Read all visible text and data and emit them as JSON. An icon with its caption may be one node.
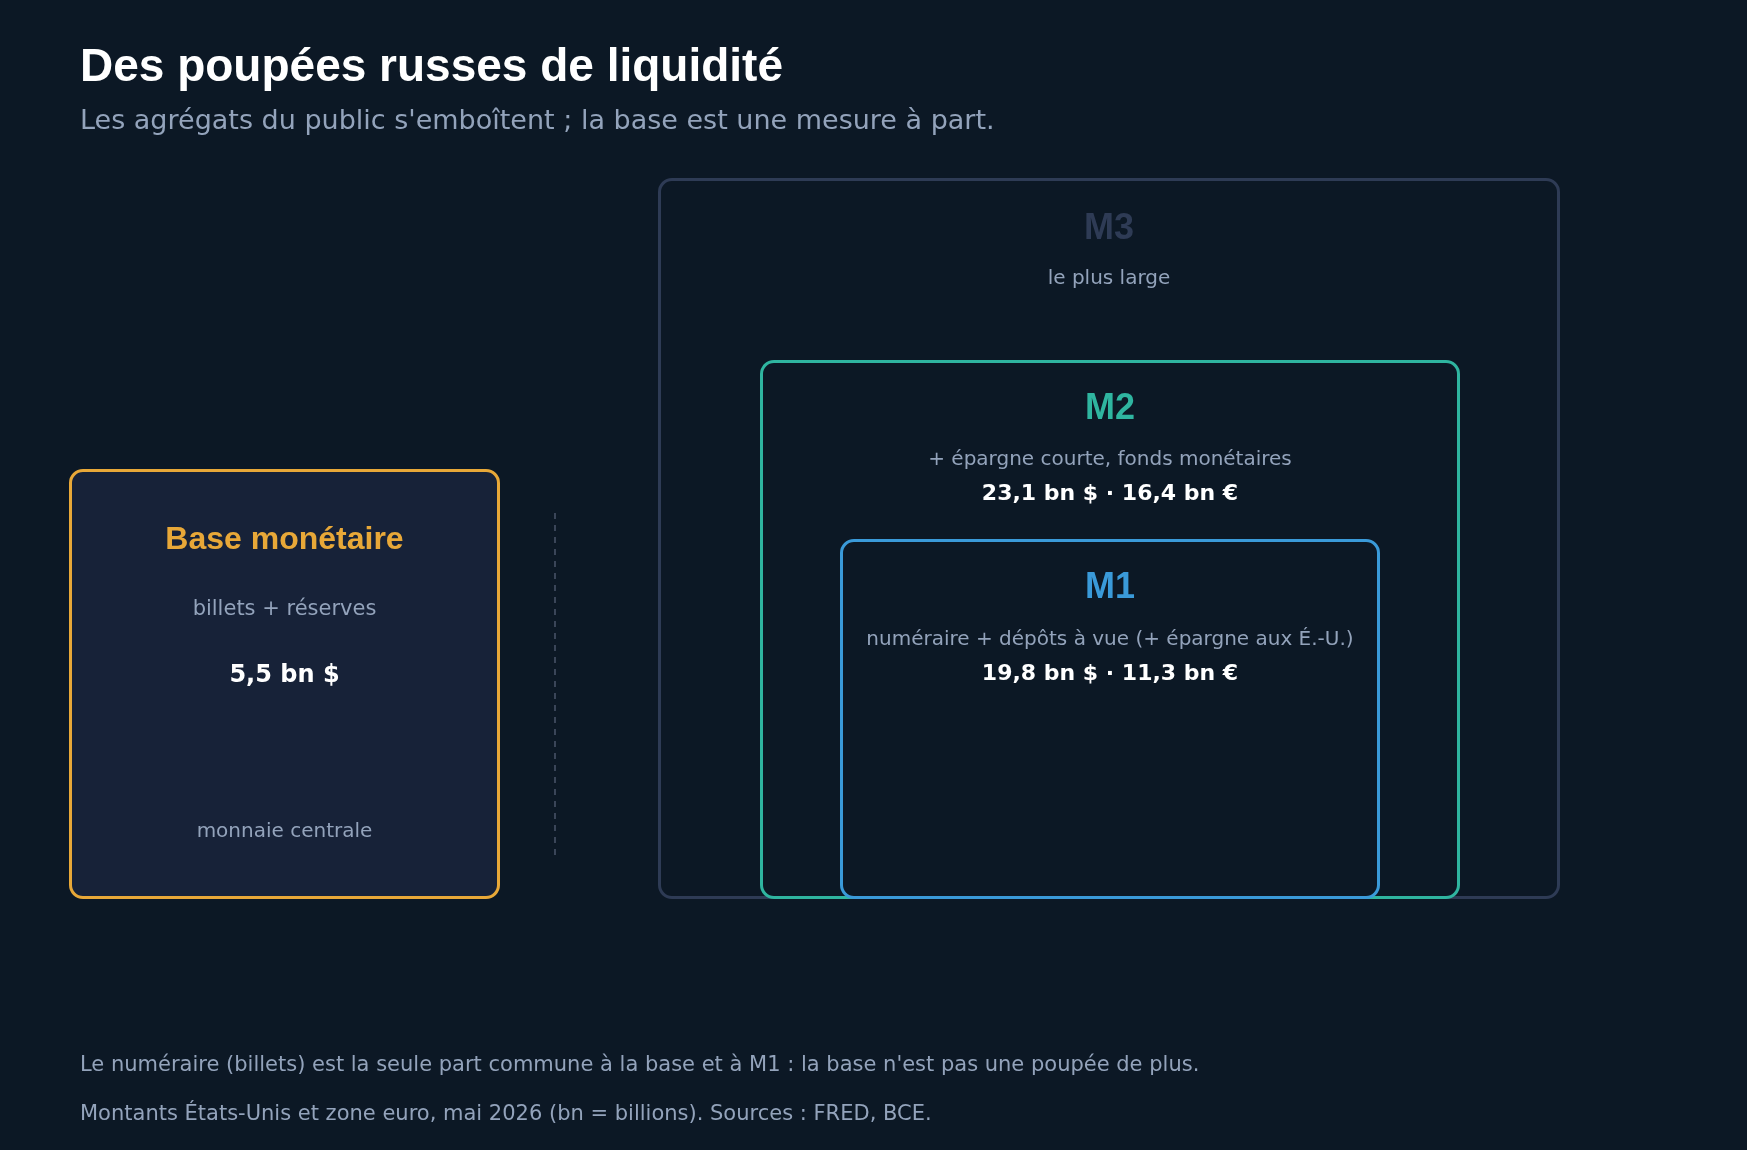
{
  "diagram": {
    "title": "Des poupées russes de liquidité",
    "nodes": [
      {
        "text": [
          "Base monétaire",
          "billets + réserves",
          "5,5 bn $",
          "monnaie centrale"
        ]
      },
      {
        "text": [
          "M3",
          "le plus large"
        ]
      },
      {
        "text": [
          "M2",
          "+ épargne courte, fonds monétaires",
          "23,1 bn $ · 16,4 bn €"
        ],
        "in": 1
      },
      {
        "text": [
          "M1",
          "numéraire + dépôts à vue (+ épargne aux É.-U.)",
          "19,8 bn $ · 11,3 bn €"
        ],
        "in": 2
      }
    ],
    "labels": [
      "Les agrégats du public s'emboîtent ; la base est une mesure à part.",
      "Le numéraire (billets) est la seule part commune à la base et à M1 : la base n'est pas une poupée de plus.",
      "Montants États-Unis et zone euro, mai 2026 (bn = billions). Sources : FRED, BCE."
    ]
  }
}
